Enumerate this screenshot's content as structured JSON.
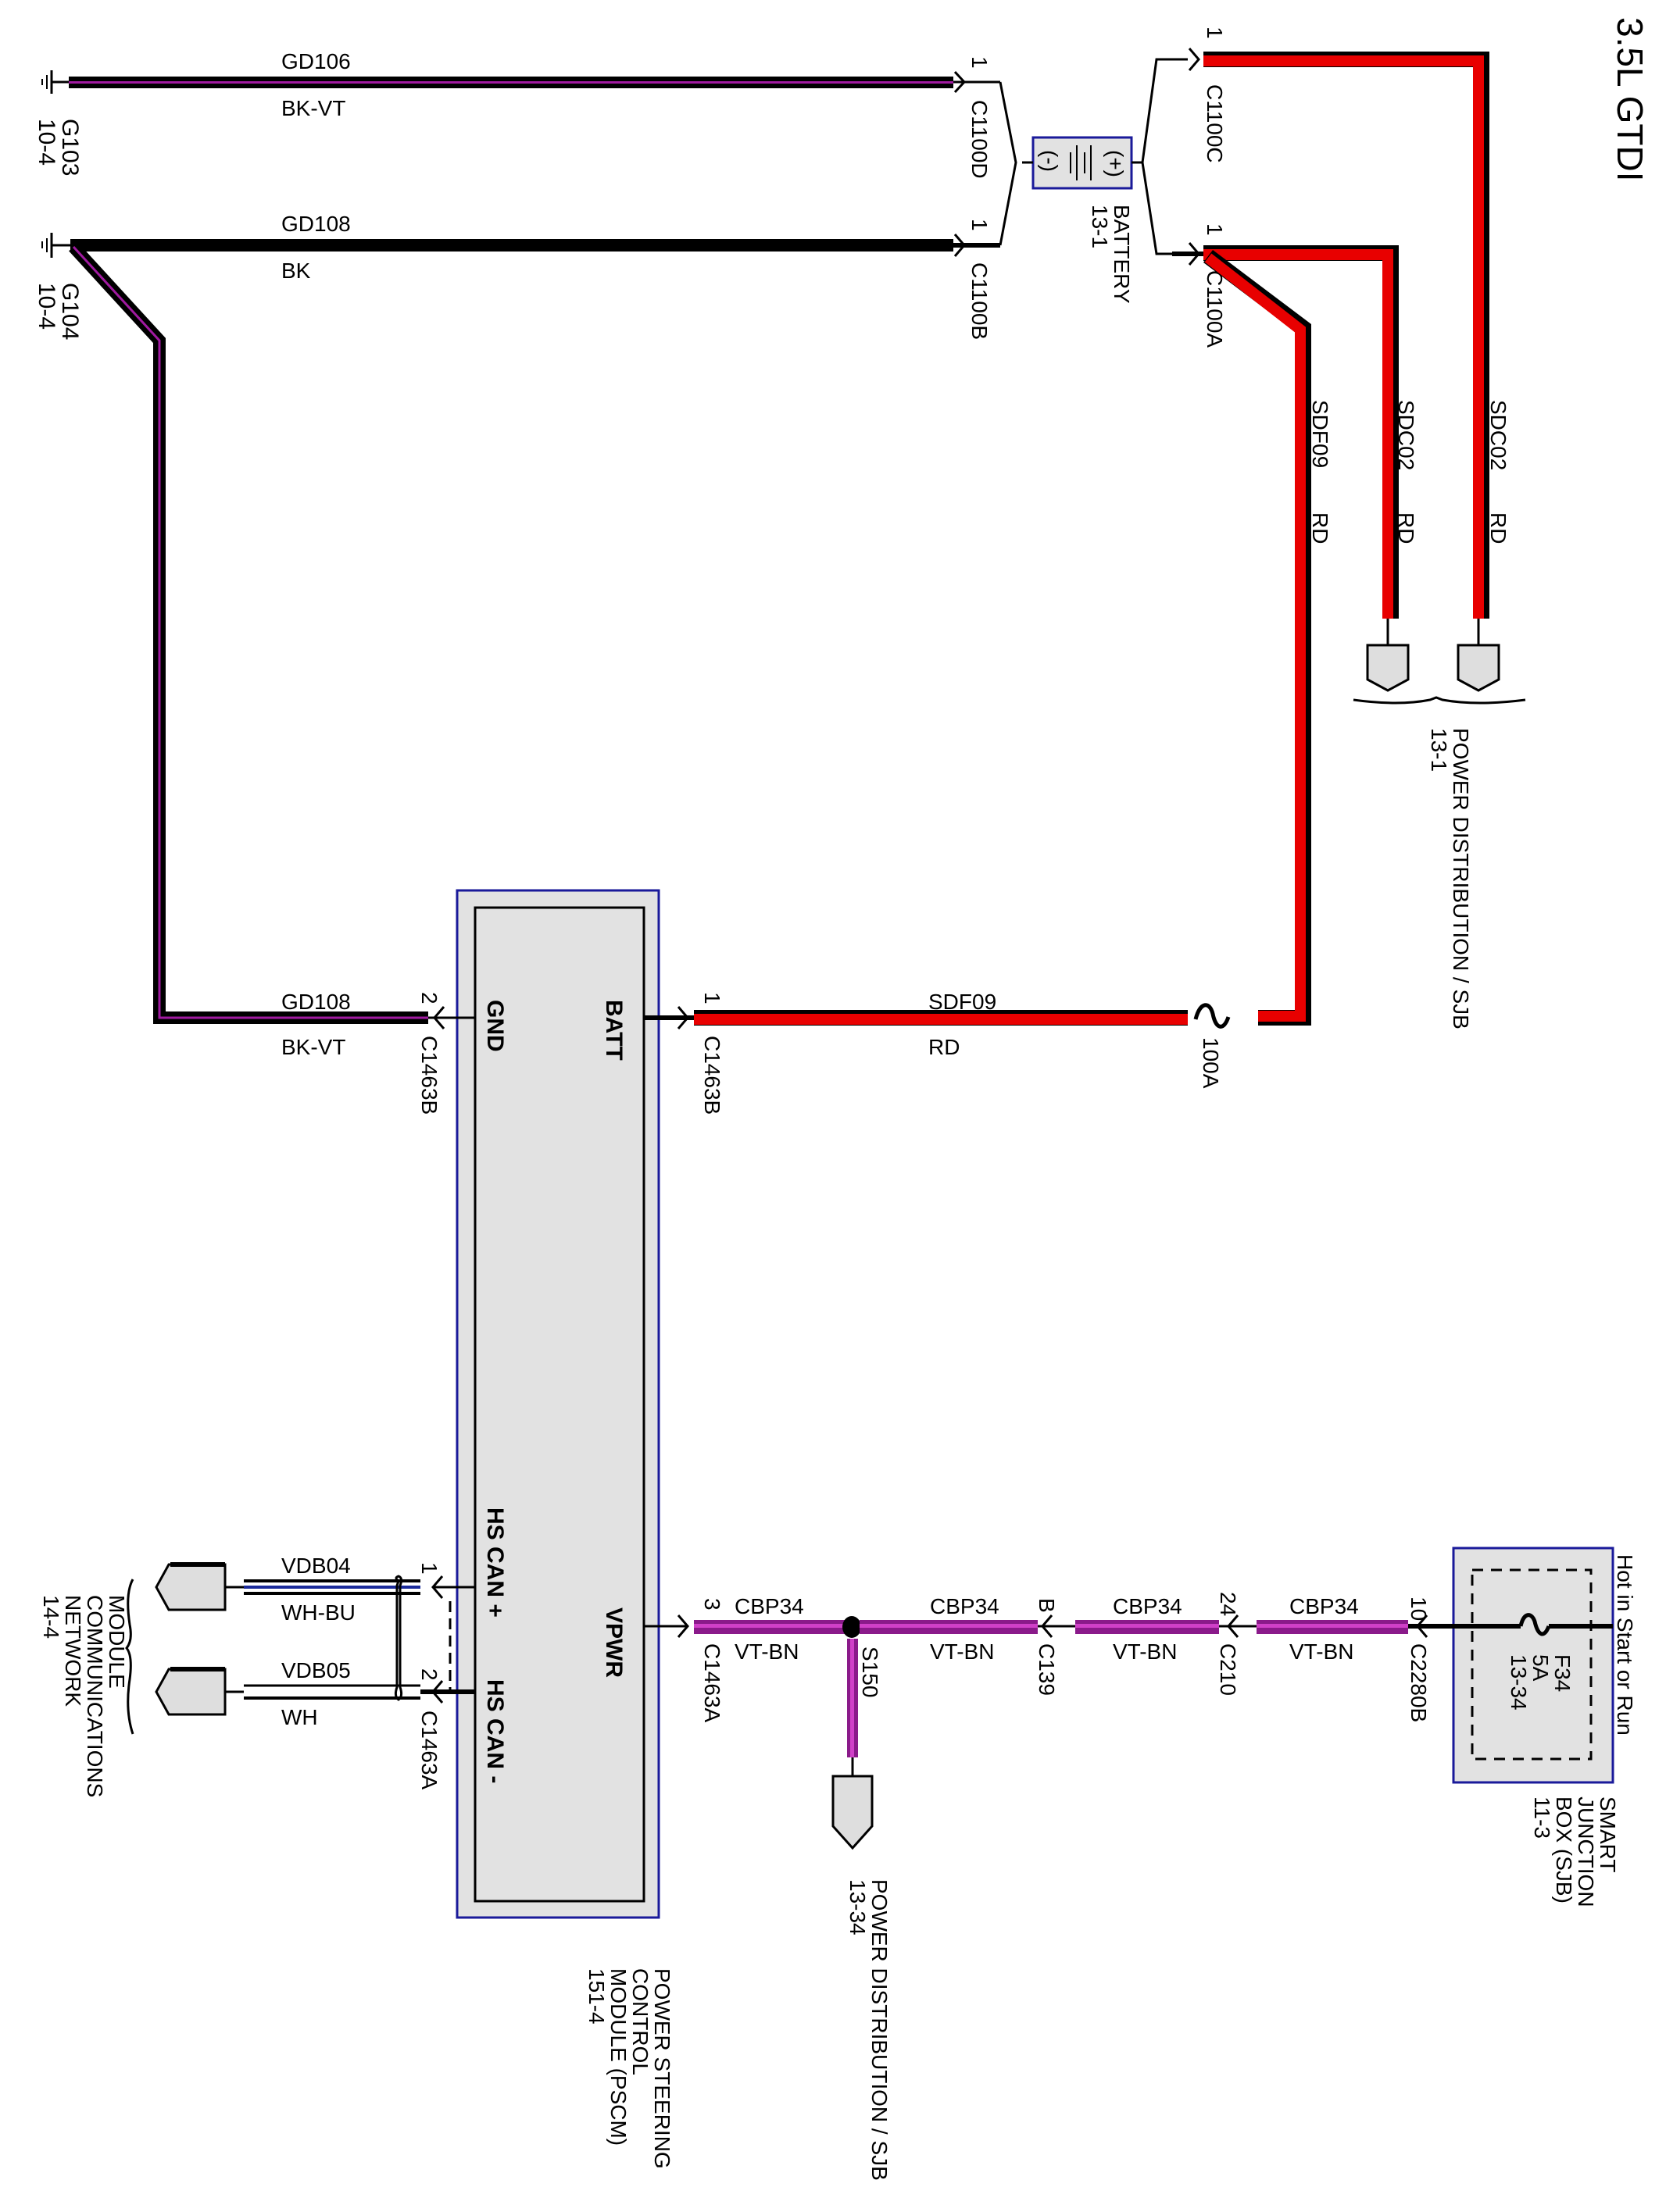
{
  "title": "3.5L GTDI",
  "colors": {
    "red_wire": "#e80000",
    "violet_stripe": "#a01aa0",
    "vt_bn_wire": "#a31a9c",
    "black_wire": "#000000",
    "blue_stripe": "#1a2a9a",
    "module_fill": "#e2e2e2",
    "module_border": "#1a1a9a"
  },
  "grounds": [
    {
      "id": "G103",
      "ref": "10-4"
    },
    {
      "id": "G104",
      "ref": "10-4"
    }
  ],
  "battery": {
    "name": "BATTERY",
    "ref": "13-1",
    "neg": "(-)",
    "pos": "(+)"
  },
  "connectors": {
    "c1100d": {
      "name": "C1100D",
      "pin": "1"
    },
    "c1100b": {
      "name": "C1100B",
      "pin": "1"
    },
    "c1100c": {
      "name": "C1100C",
      "pin": "1"
    },
    "c1100a": {
      "name": "C1100A",
      "pin": "1"
    },
    "c1463b_gnd": {
      "name": "C1463B",
      "pin": "2"
    },
    "c1463b_batt": {
      "name": "C1463B",
      "pin": "1"
    },
    "c1463a_vpwr": {
      "name": "C1463A",
      "pin": "3"
    },
    "c1463a_can_pos": {
      "name": "C1463A",
      "pin": "1"
    },
    "c1463a_can_neg": {
      "pin": "2"
    },
    "c139": {
      "name": "C139",
      "pin": "B"
    },
    "c210": {
      "name": "C210",
      "pin": "24"
    },
    "c2280b": {
      "name": "C2280B",
      "pin": "10"
    }
  },
  "wires": {
    "gd106": {
      "circuit": "GD106",
      "color": "BK-VT"
    },
    "gd108_top": {
      "circuit": "GD108",
      "color": "BK"
    },
    "sdc02_a": {
      "circuit": "SDC02",
      "color": "RD"
    },
    "sdc02_b": {
      "circuit": "SDC02",
      "color": "RD"
    },
    "sdf09_vert": {
      "circuit": "SDF09",
      "color": "RD"
    },
    "gd108_pscm": {
      "circuit": "GD108",
      "color": "BK-VT"
    },
    "sdf09_pscm": {
      "circuit": "SDF09",
      "color": "RD"
    },
    "cbp34_1": {
      "circuit": "CBP34",
      "color": "VT-BN"
    },
    "cbp34_2": {
      "circuit": "CBP34",
      "color": "VT-BN"
    },
    "cbp34_3": {
      "circuit": "CBP34",
      "color": "VT-BN"
    },
    "cbp34_4": {
      "circuit": "CBP34",
      "color": "VT-BN"
    },
    "vdb04": {
      "circuit": "VDB04",
      "color": "WH-BU"
    },
    "vdb05": {
      "circuit": "VDB05",
      "color": "WH"
    }
  },
  "fuses": {
    "mega": {
      "rating": "100A"
    },
    "f34": {
      "id": "F34",
      "rating": "5A",
      "ref": "13-34"
    }
  },
  "splice": {
    "id": "S150"
  },
  "pscm": {
    "pins": {
      "gnd": "GND",
      "batt": "BATT",
      "vpwr": "VPWR",
      "can_pos": "HS CAN +",
      "can_neg": "HS CAN -"
    },
    "label_lines": [
      "POWER STEERING",
      "CONTROL",
      "MODULE (PSCM)",
      "151-4"
    ]
  },
  "sjb": {
    "note": "Hot in Start or Run",
    "label_lines": [
      "SMART",
      "JUNCTION",
      "BOX (SJB)",
      "11-3"
    ]
  },
  "references": {
    "pd_top": {
      "lines": [
        "POWER DISTRIBUTION / SJB",
        "13-1"
      ]
    },
    "pd_bottom": {
      "lines": [
        "POWER DISTRIBUTION / SJB",
        "13-34"
      ]
    },
    "mcn": {
      "lines": [
        "MODULE",
        "COMMUNICATIONS",
        "NETWORK",
        "14-4"
      ]
    }
  }
}
